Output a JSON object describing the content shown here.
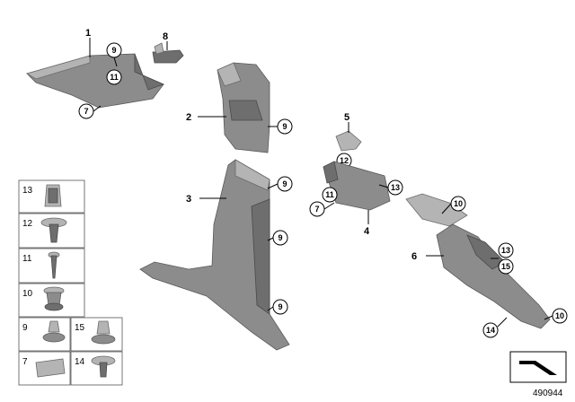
{
  "callouts": {
    "c1": "1",
    "c2": "2",
    "c3": "3",
    "c4": "4",
    "c5": "5",
    "c6": "6",
    "c8": "8",
    "p1_9": "9",
    "p1_11": "11",
    "p1_7": "7",
    "p2_9": "9",
    "p3_9a": "9",
    "p3_9b": "9",
    "p3_9c": "9",
    "p4_12": "12",
    "p4_11": "11",
    "p4_7": "7",
    "p4_13": "13",
    "p6_10a": "10",
    "p6_13": "13",
    "p6_15": "15",
    "p6_14": "14",
    "p6_10b": "10"
  },
  "legend": {
    "r13": "13",
    "r12": "12",
    "r11": "11",
    "r10": "10",
    "r9": "9",
    "r15": "15",
    "r7": "7",
    "r14": "14"
  },
  "diagram_number": "490944"
}
